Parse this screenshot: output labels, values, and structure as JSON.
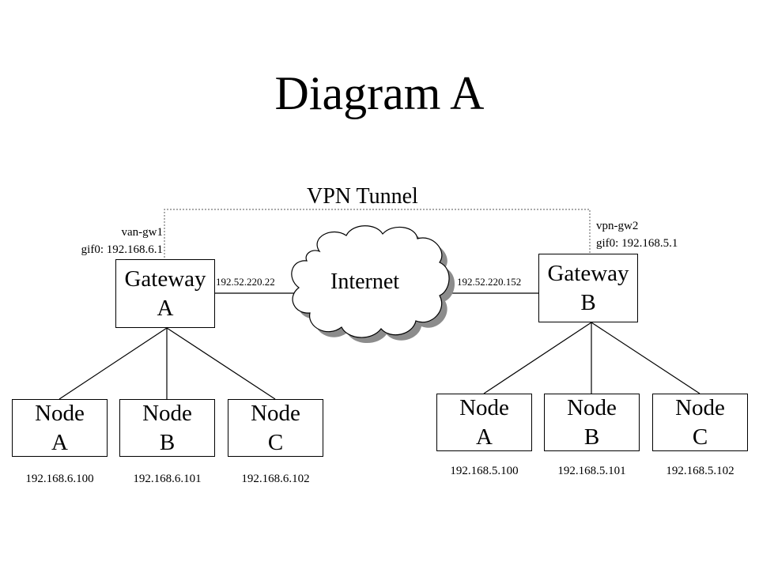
{
  "title": "Diagram A",
  "tunnel": {
    "label": "VPN Tunnel"
  },
  "internet": {
    "label": "Internet"
  },
  "gateway_a": {
    "label": "Gateway\nA",
    "host": "van-gw1",
    "gif": "gif0: 192.168.6.1",
    "public_ip": "192.52.220.22"
  },
  "gateway_b": {
    "label": "Gateway\nB",
    "host": "vpn-gw2",
    "gif": "gif0: 192.168.5.1",
    "public_ip": "192.52.220.152"
  },
  "network_a": {
    "nodes": [
      {
        "label": "Node\nA",
        "ip": "192.168.6.100"
      },
      {
        "label": "Node\nB",
        "ip": "192.168.6.101"
      },
      {
        "label": "Node\nC",
        "ip": "192.168.6.102"
      }
    ]
  },
  "network_b": {
    "nodes": [
      {
        "label": "Node\nA",
        "ip": "192.168.5.100"
      },
      {
        "label": "Node\nB",
        "ip": "192.168.5.101"
      },
      {
        "label": "Node\nC",
        "ip": "192.168.5.102"
      }
    ]
  }
}
